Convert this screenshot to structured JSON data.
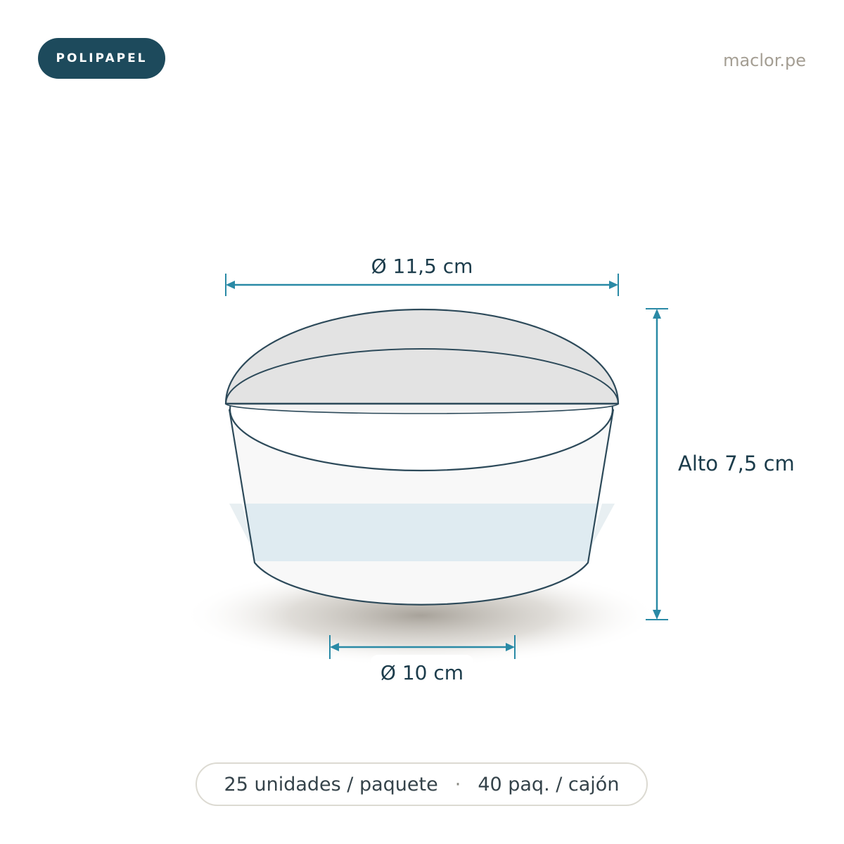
{
  "brand": {
    "label": "POLIPAPEL"
  },
  "site": {
    "label": "maclor.pe"
  },
  "dimensions": {
    "top_diameter": "Ø 11,5 cm",
    "height": "Alto 7,5 cm",
    "bottom_diameter": "Ø 10 cm"
  },
  "footer": {
    "units_per_pack": "25 unidades / paquete",
    "separator": "·",
    "packs_per_box": "40 paq. / cajón"
  },
  "colors": {
    "brand": "#1d4a5c",
    "dimension_line": "#2a8aa6",
    "outline": "#2d4a5a"
  }
}
